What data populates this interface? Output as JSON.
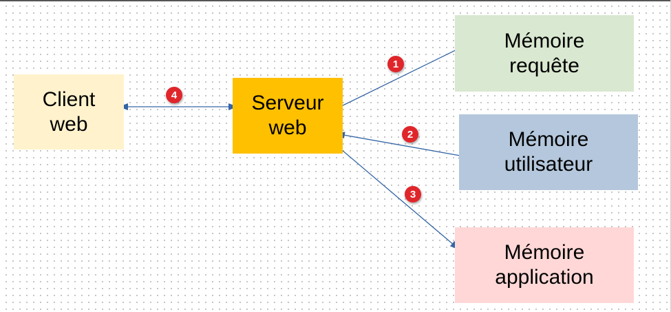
{
  "colors": {
    "client": "#fff2cc",
    "server": "#ffc000",
    "memory_request": "#d9e8d0",
    "memory_user": "#b4c7dc",
    "memory_application": "#ffd7d7",
    "arrow": "#3465a4",
    "badge": "#e0262b"
  },
  "nodes": {
    "client": {
      "line1": "Client",
      "line2": "web"
    },
    "server": {
      "line1": "Serveur",
      "line2": "web"
    },
    "memory_request": {
      "line1": "Mémoire",
      "line2": "requête"
    },
    "memory_user": {
      "line1": "Mémoire",
      "line2": "utilisateur"
    },
    "memory_application": {
      "line1": "Mémoire",
      "line2": "application"
    }
  },
  "badges": [
    "1",
    "2",
    "3",
    "4"
  ]
}
